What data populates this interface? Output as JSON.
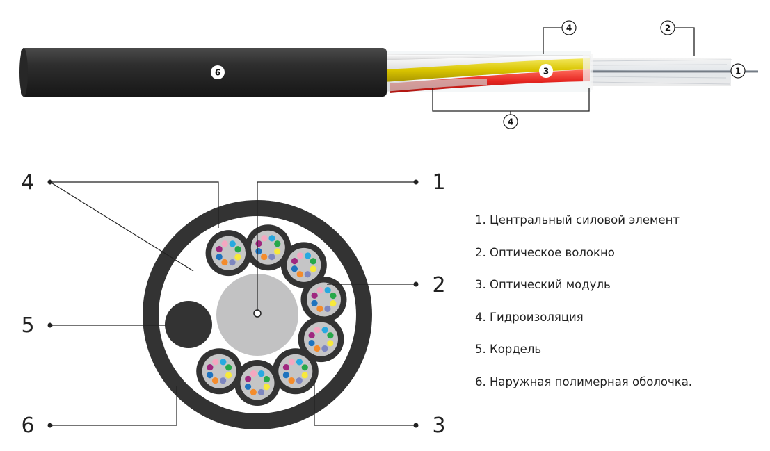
{
  "diagram": {
    "callout_numbers": {
      "central_member": "1",
      "optical_fiber": "2",
      "optical_module": "3",
      "water_blocking": "4",
      "filler_cord": "5",
      "outer_sheath": "6"
    },
    "legend": [
      "1. Центральный силовой элемент",
      "2. Оптическое волокно",
      "3. Оптический модуль",
      "4. Гидроизоляция",
      "5. Кордель",
      "6. Наружная полимерная оболочка."
    ],
    "colors": {
      "sheath": "#333333",
      "water_blocking": "#ffffff",
      "central_member": "#c2c2c3",
      "tube_yellow": "#e6d000",
      "tube_red": "#e52520",
      "leader_line": "#222222"
    },
    "fiber_colors": [
      "#f4a7c0",
      "#29a9e0",
      "#26a84a",
      "#f7e93b",
      "#7e87c0",
      "#f48c2c",
      "#1e73be",
      "#a0277f"
    ]
  }
}
